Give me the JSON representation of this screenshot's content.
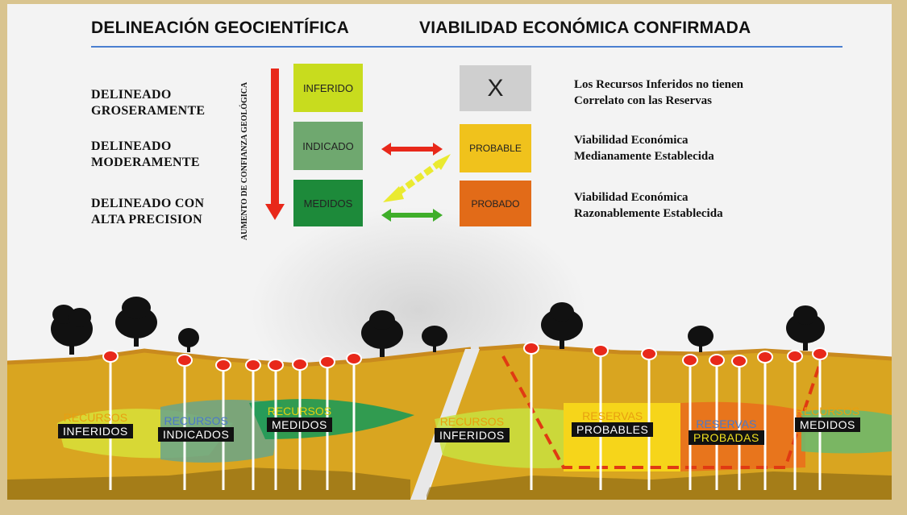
{
  "header": {
    "left_title": "DELINEACIÓN GEOCIENTÍFICA",
    "right_title": "VIABILIDAD ECONÓMICA CONFIRMADA"
  },
  "left_labels": [
    {
      "line1": "DELINEADO",
      "line2": "GROSERAMENTE"
    },
    {
      "line1": "DELINEADO",
      "line2": "MODERAMENTE"
    },
    {
      "line1": "DELINEADO CON",
      "line2": "ALTA PRECISION"
    }
  ],
  "axis_label": "AUMENTO DE CONFIANZA GEOLÓGICA",
  "resources": [
    {
      "label": "INFERIDO",
      "color": "#c8dc1e"
    },
    {
      "label": "INDICADO",
      "color": "#6fa86f"
    },
    {
      "label": "MEDIDOS",
      "color": "#1d8a3a"
    }
  ],
  "reserves": [
    {
      "label": "X",
      "color": "#cfcfcf"
    },
    {
      "label": "PROBABLE",
      "color": "#f0c21c"
    },
    {
      "label": "PROBADO",
      "color": "#e26b18"
    }
  ],
  "right_labels": [
    {
      "line1": "Los Recursos Inferidos no tienen",
      "line2": "Correlato con las Reservas"
    },
    {
      "line1": "Viabilidad Económica",
      "line2": "Medianamente Establecida"
    },
    {
      "line1": "Viabilidad Económica",
      "line2": "Razonablemente Establecida"
    }
  ],
  "scene_left": [
    {
      "top": "RECURSOS",
      "tag": "INFERIDOS",
      "top_color": "#e8a010"
    },
    {
      "top": "RECURSOS",
      "tag": "INDICADOS",
      "top_color": "#4c78c8"
    },
    {
      "top": "RECURSOS",
      "tag": "MEDIDOS",
      "top_color": "#e0d010"
    }
  ],
  "scene_right": [
    {
      "top": "RECURSOS",
      "tag": "INFERIDOS",
      "top_color": "#e8a010"
    },
    {
      "top": "RESERVAS",
      "tag": "PROBABLES",
      "top_color": "#e8a010"
    },
    {
      "top": "RESERVAS",
      "tag": "PROBADAS",
      "top_color": "#4c78c8"
    },
    {
      "top": "RECURSOS",
      "tag": "MEDIDOS",
      "top_color": "#e8a010"
    }
  ],
  "colors": {
    "arrow_down": "#e8281a",
    "arrow_red": "#e8281a",
    "arrow_green": "#3fae2a",
    "arrow_yellow": "#eaea30",
    "drill_marker": "#e8281a",
    "dashed_boundary": "#e03a12",
    "ground": "#d9a520",
    "soil_line": "#c98a1e"
  }
}
